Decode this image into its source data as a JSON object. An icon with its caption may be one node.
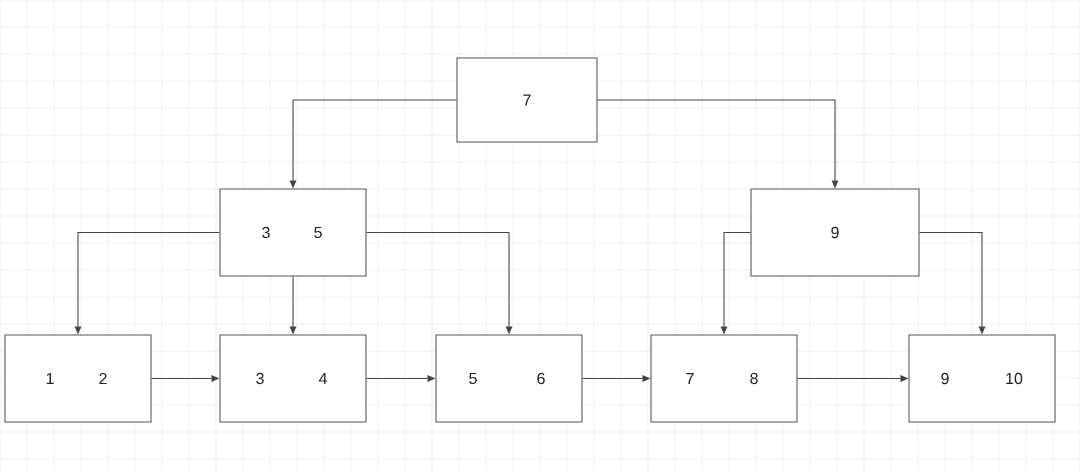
{
  "diagram": {
    "nodes": [
      {
        "text": [
          "7"
        ]
      },
      {
        "text": [
          "3",
          "5"
        ]
      },
      {
        "text": [
          "9"
        ]
      },
      {
        "text": [
          "1",
          "2"
        ]
      },
      {
        "text": [
          "3",
          "4"
        ]
      },
      {
        "text": [
          "5",
          "6"
        ]
      },
      {
        "text": [
          "7",
          "8"
        ]
      },
      {
        "text": [
          "9",
          "10"
        ]
      }
    ],
    "edges": [
      {
        "from": 0,
        "to": 1,
        "arrow": "to"
      },
      {
        "from": 0,
        "to": 2,
        "arrow": "to"
      },
      {
        "from": 1,
        "to": 3,
        "arrow": "to"
      },
      {
        "from": 1,
        "to": 4,
        "arrow": "to"
      },
      {
        "from": 1,
        "to": 5,
        "arrow": "to"
      },
      {
        "from": 2,
        "to": 6,
        "arrow": "to"
      },
      {
        "from": 2,
        "to": 7,
        "arrow": "to"
      },
      {
        "from": 3,
        "to": 4,
        "arrow": "to"
      },
      {
        "from": 4,
        "to": 5,
        "arrow": "to"
      },
      {
        "from": 5,
        "to": 6,
        "arrow": "to"
      },
      {
        "from": 6,
        "to": 7,
        "arrow": "to"
      }
    ]
  }
}
